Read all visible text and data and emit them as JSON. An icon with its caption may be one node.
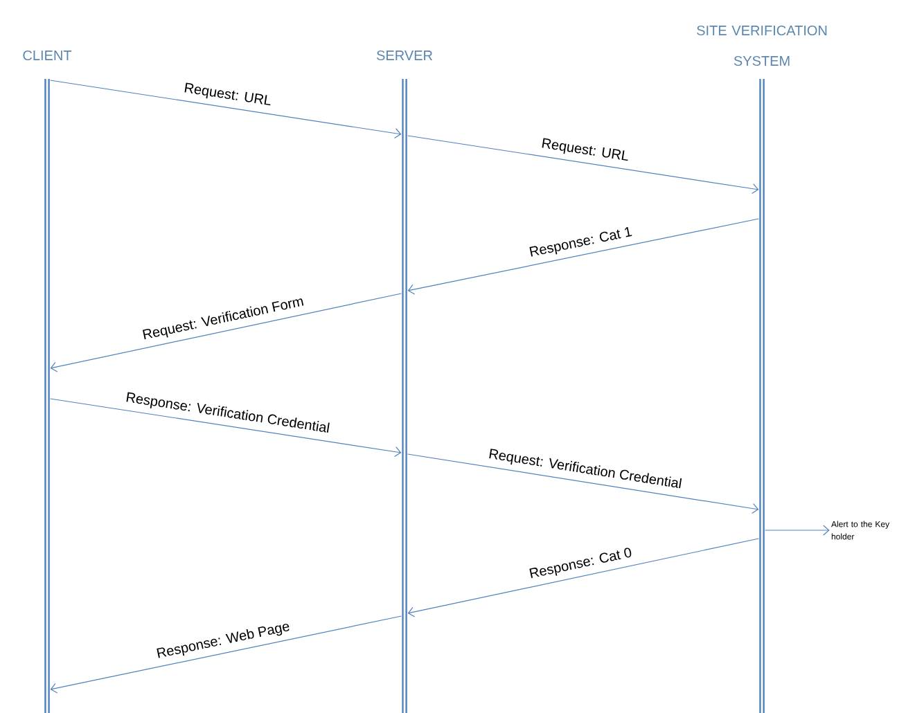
{
  "diagram": {
    "nodes": [
      {
        "text": [
          "CLIENT"
        ]
      },
      {
        "text": [
          "SERVER"
        ]
      },
      {
        "text": [
          "SITE VERIFICATION SYSTEM"
        ]
      },
      {
        "text": [
          "Alert to the Key holder"
        ]
      }
    ],
    "edges": [
      {
        "from": 0,
        "to": 1,
        "arrow": "to",
        "label": "Request: URL"
      },
      {
        "from": 1,
        "to": 2,
        "arrow": "to",
        "label": "Request: URL"
      },
      {
        "from": 2,
        "to": 1,
        "arrow": "to",
        "label": "Response: Cat 1"
      },
      {
        "from": 1,
        "to": 0,
        "arrow": "to",
        "label": "Request: Verification Form"
      },
      {
        "from": 0,
        "to": 1,
        "arrow": "to",
        "label": "Response: Verification Credential"
      },
      {
        "from": 1,
        "to": 2,
        "arrow": "to",
        "label": "Request: Verification Credential"
      },
      {
        "from": 2,
        "to": 3,
        "arrow": "to"
      },
      {
        "from": 2,
        "to": 1,
        "arrow": "to",
        "label": "Response: Cat 0"
      },
      {
        "from": 1,
        "to": 0,
        "arrow": "to",
        "label": "Response: Web Page"
      }
    ]
  }
}
